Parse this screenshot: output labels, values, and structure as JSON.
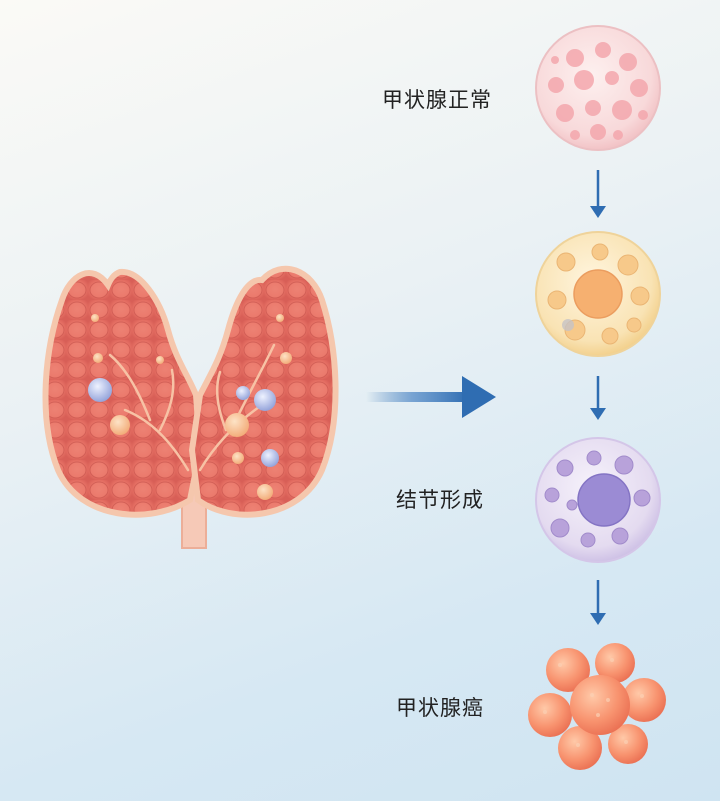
{
  "stages": [
    {
      "label": "甲状腺正常",
      "color": "pink"
    },
    {
      "label": "",
      "color": "yellow"
    },
    {
      "label": "结节形成",
      "color": "purple"
    },
    {
      "label": "甲状腺癌",
      "color": "orange"
    }
  ],
  "colors": {
    "gland": "#e8786a",
    "gland_outline": "#f3c3a8",
    "arrow": "#2f6db2",
    "normal_cell": "#f8d6d8",
    "nodule_cell_early": "#f9e2b0",
    "nodule_cell": "#e2d7ef",
    "cancer_cell": "#f79a78"
  }
}
